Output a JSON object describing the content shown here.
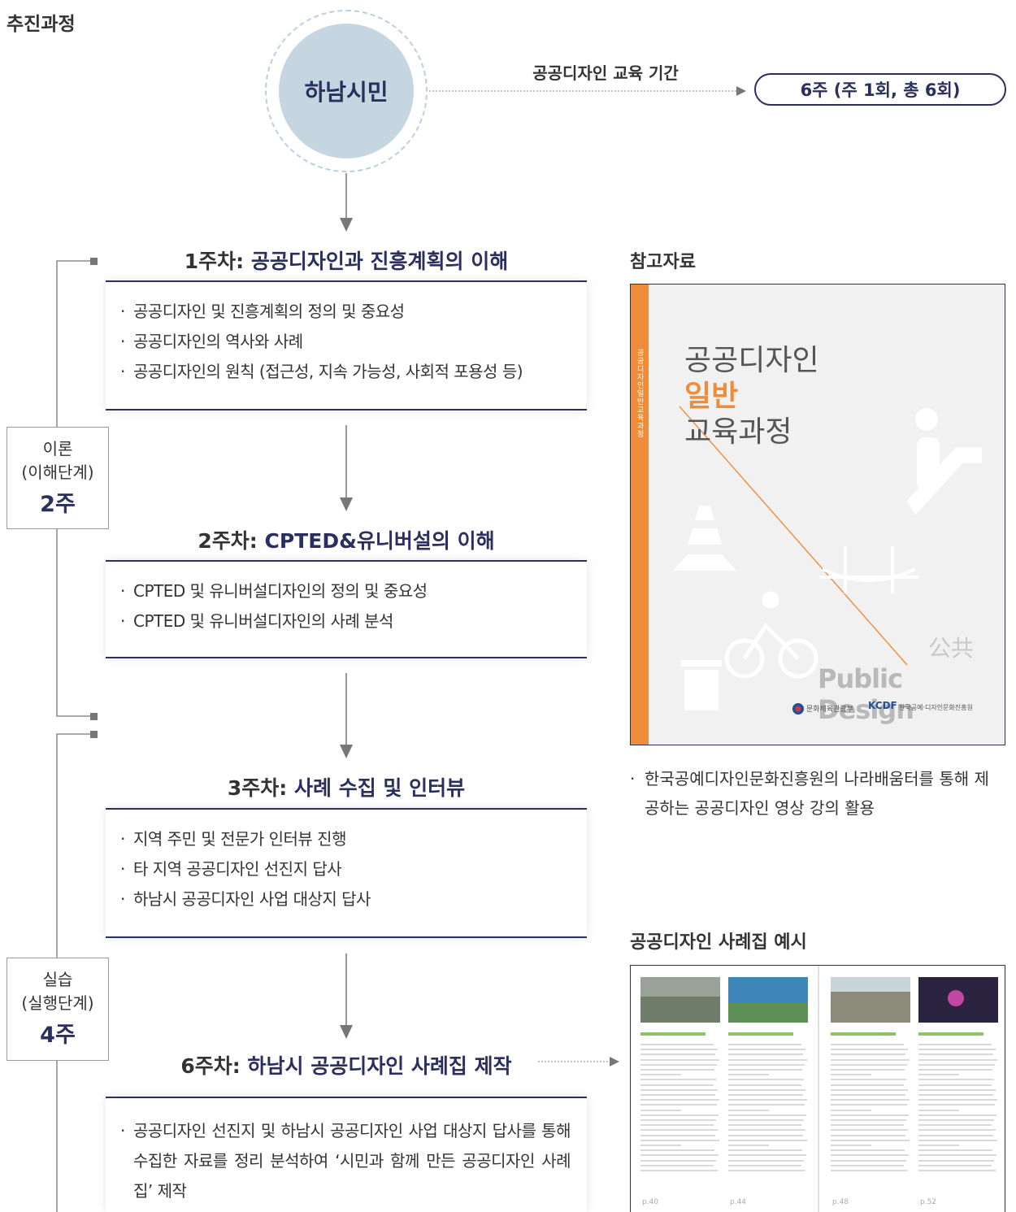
{
  "page": {
    "section_title": "추진과정",
    "participants": "하남시민",
    "period_label": "공공디자인 교육 기간",
    "period_value": "6주 (주 1회, 총 6회)"
  },
  "weeks": [
    {
      "prefix": "1주차: ",
      "title": "공공디자인과 진흥계획의 이해",
      "items": [
        "공공디자인 및 진흥계획의 정의 및 중요성",
        "공공디자인의 역사와 사례",
        "공공디자인의 원칙 (접근성, 지속 가능성, 사회적 포용성 등)"
      ]
    },
    {
      "prefix": "2주차: ",
      "title": "CPTED&유니버설의 이해",
      "items": [
        "CPTED 및 유니버설디자인의 정의 및 중요성",
        "CPTED 및 유니버설디자인의 사례 분석"
      ]
    },
    {
      "prefix": "3주차: ",
      "title": "사례 수집 및 인터뷰",
      "items": [
        "지역 주민 및 전문가 인터뷰 진행",
        "타 지역 공공디자인 선진지 답사",
        "하남시 공공디자인 사업 대상지 답사"
      ]
    },
    {
      "prefix": "6주차: ",
      "title": "하남시 공공디자인 사례집 제작",
      "items": [
        "공공디자인 선진지 및 하남시 공공디자인 사업 대상지 답사를 통해 수집한 자료를 정리 분석하여 ‘시민과 함께 만든 공공디자인 사례집’ 제작"
      ]
    }
  ],
  "phases": [
    {
      "label": "이론",
      "sub": "(이해단계)",
      "weeks": "2주"
    },
    {
      "label": "실습",
      "sub": "(실행단계)",
      "weeks": "4주"
    }
  ],
  "reference": {
    "heading": "참고자료",
    "cover_title_1": "공공디자인",
    "cover_title_2": "일반",
    "cover_title_3": "교육과정",
    "cover_spine": "공공디자인 일반 교육과정",
    "cover_hanja": "公共",
    "cover_en": "Public Design",
    "publisher_1": "문화체육관광부",
    "publisher_2_logo": "KCDF",
    "publisher_2": "한국공예·디자인문화진흥원",
    "note": "한국공예디자인문화진흥원의 나라배움터를 통해 제공하는 공공디자인 영상 강의 활용"
  },
  "casebook": {
    "heading": "공공디자인 사례집 예시",
    "pages": [
      "p.40",
      "p.44",
      "p.48",
      "p.52"
    ]
  },
  "colors": {
    "navy": "#2b2f5e",
    "circle": "#c6d6e0",
    "orange": "#ef8c3a"
  }
}
